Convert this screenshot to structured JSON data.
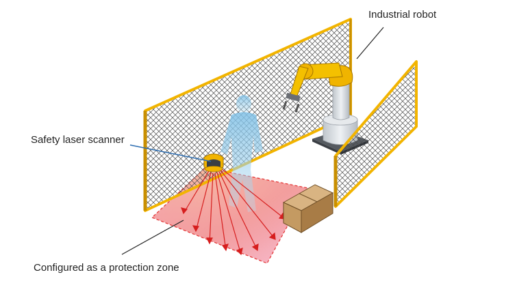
{
  "labels": {
    "industrial_robot": "Industrial robot",
    "safety_laser_scanner": "Safety laser scanner",
    "protection_zone": "Configured as a protection zone"
  },
  "colors": {
    "fence_frame": "#f2b400",
    "fence_mesh": "#444444",
    "robot_arm": "#f0b400",
    "robot_base": "#d9dde3",
    "zone_fill": "#f08c8c",
    "zone_border": "#e23030",
    "laser_beam": "#d61e1e",
    "person": "#8fc8e6",
    "box": "#c8a070",
    "leader_line": "#222222",
    "scanner_leader": "#2b6cb0"
  },
  "icons": {
    "robot": "industrial-robot-arm-icon",
    "scanner": "safety-laser-scanner-icon",
    "person": "person-silhouette-icon",
    "box": "cardboard-box-icon",
    "fence": "mesh-safety-fence-icon"
  }
}
